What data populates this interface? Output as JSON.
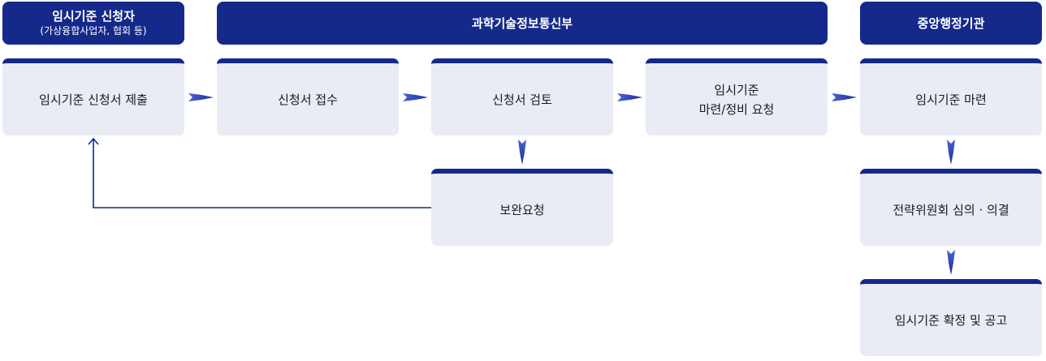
{
  "headers": {
    "applicant": {
      "title": "임시기준 신청자",
      "subtitle": "(가상융합사업자, 협회 등)"
    },
    "ministry": {
      "title": "과학기술정보통신부"
    },
    "agency": {
      "title": "중앙행정기관"
    }
  },
  "steps": {
    "submit": "임시기준 신청서 제출",
    "receive": "신청서 접수",
    "review": "신청서 검토",
    "request_line1": "임시기준",
    "request_line2": "마련/정비 요청",
    "prepare": "임시기준 마련",
    "committee": "전략위원회 심의 · 의결",
    "finalize": "임시기준 확정 및 공고",
    "supplement": "보완요청"
  },
  "colors": {
    "header_bg": "#14298a",
    "box_bg": "#e9ecf4",
    "arrow": "#2c3fae",
    "line": "#14298a"
  }
}
